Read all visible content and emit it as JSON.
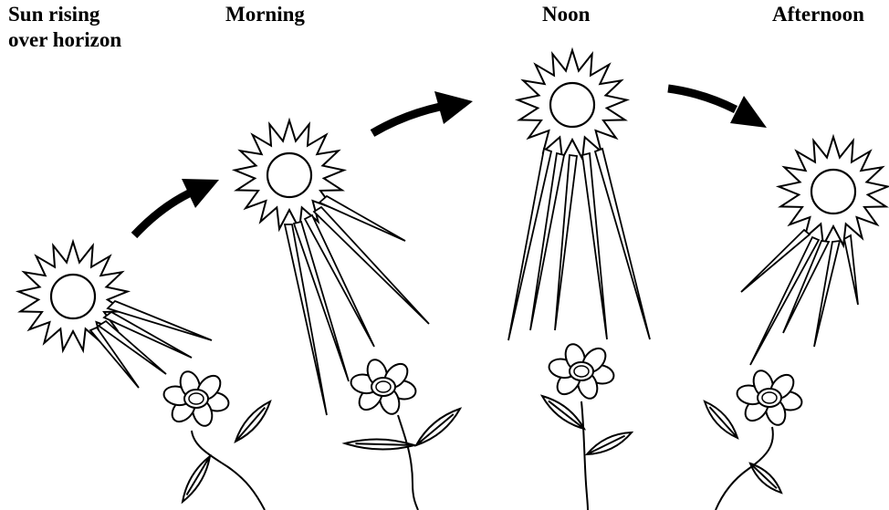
{
  "labels": {
    "sunrise_line1": "Sun rising",
    "sunrise_line2": "over horizon",
    "morning": "Morning",
    "noon": "Noon",
    "afternoon": "Afternoon"
  },
  "colors": {
    "ink": "#000000",
    "background": "#ffffff"
  },
  "stages": [
    "sunrise",
    "morning",
    "noon",
    "afternoon"
  ]
}
